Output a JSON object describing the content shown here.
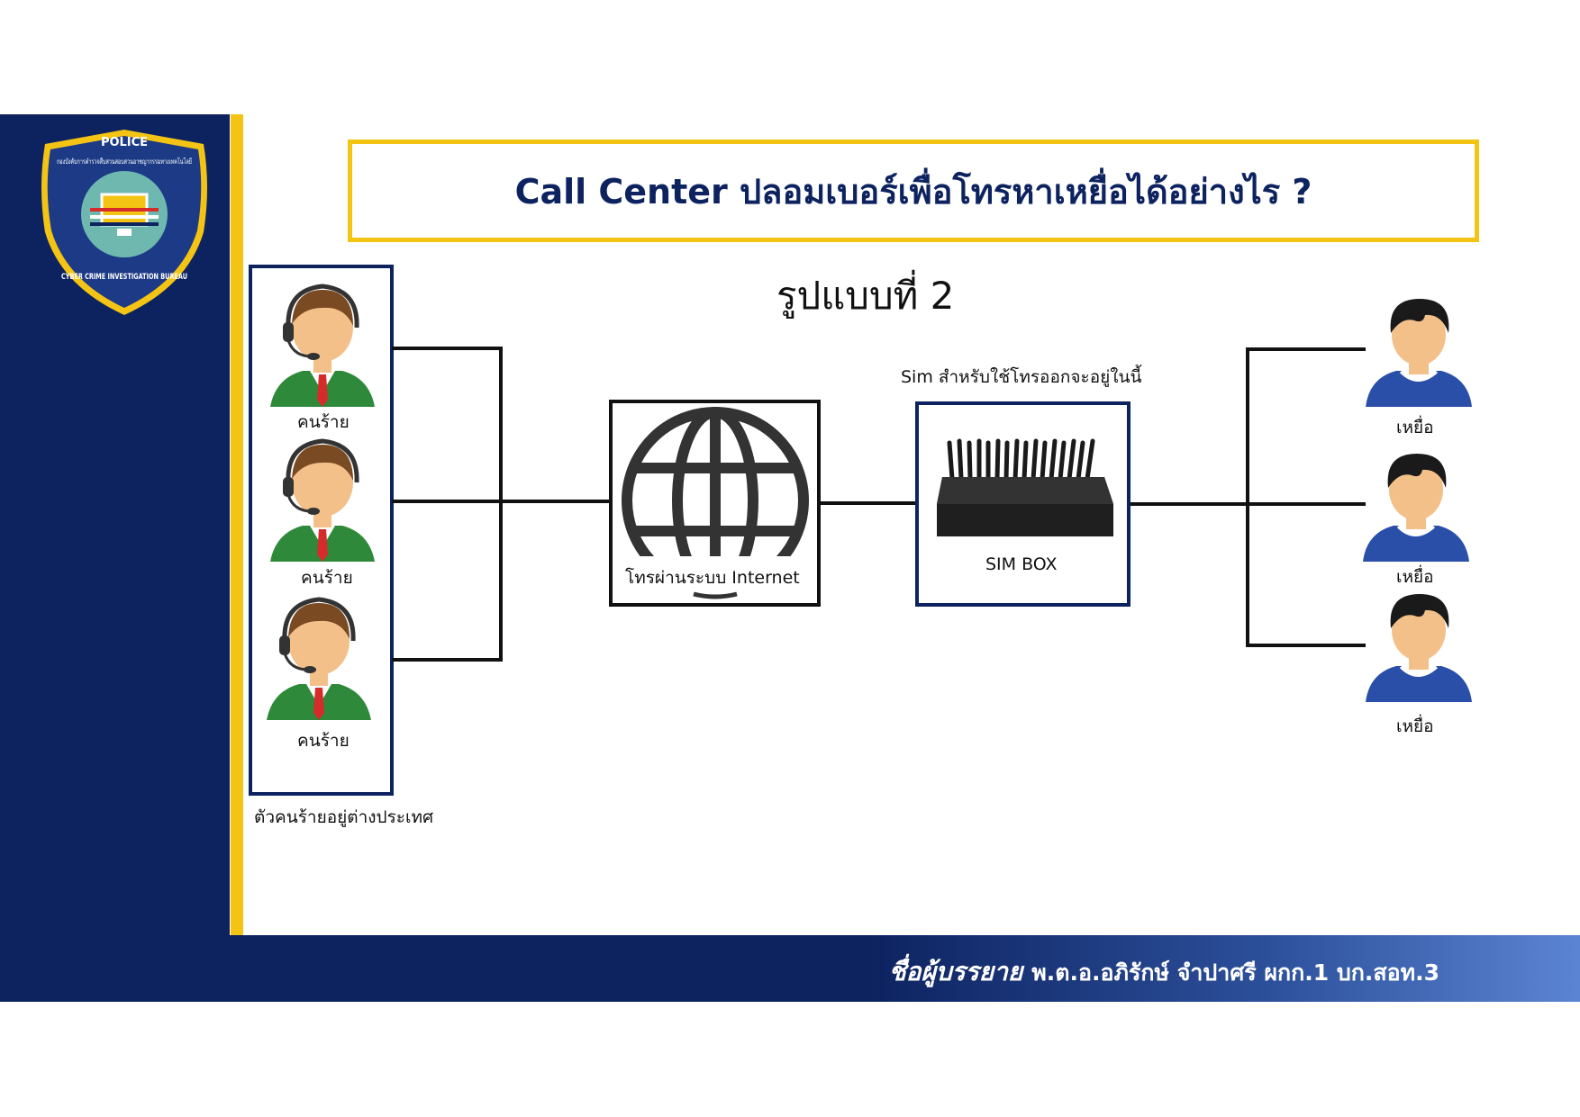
{
  "logo": {
    "top_text": "POLICE",
    "ring_thai": "กองบังคับการตำรวจสืบสวนสอบสวนอาชญากรรมทางเทคโนโลยี",
    "bottom_text": "CYBER CRIME INVESTIGATION BUREAU"
  },
  "title": "Call Center ปลอมเบอร์เพื่อโทรหาเหยื่อได้อย่างไร ?",
  "subtitle": "รูปแบบที่ 2",
  "criminals": {
    "items": [
      {
        "label": "คนร้าย"
      },
      {
        "label": "คนร้าย"
      },
      {
        "label": "คนร้าย"
      }
    ],
    "caption": "ตัวคนร้ายอยู่ต่างประเทศ"
  },
  "internet": {
    "label": "โทรผ่านระบบ Internet",
    "icon": "globe-icon"
  },
  "simbox": {
    "caption": "Sim สำหรับใช้โทรออกจะอยู่ในนี้",
    "label": "SIM BOX",
    "icon": "sim-box-icon"
  },
  "victims": {
    "items": [
      {
        "label": "เหยื่อ"
      },
      {
        "label": "เหยื่อ"
      },
      {
        "label": "เหยื่อ"
      }
    ]
  },
  "footer": {
    "speaker_label": "ชื่อผู้บรรยาย",
    "speaker_name": "พ.ต.อ.อภิรักษ์ จำปาศรี ผกก.1 บก.สอท.3"
  },
  "colors": {
    "navy": "#0d2360",
    "gold": "#f4c414",
    "suit_green": "#2e8a3a",
    "victim_blue": "#2a4fa8",
    "skin": "#f4c08a"
  }
}
